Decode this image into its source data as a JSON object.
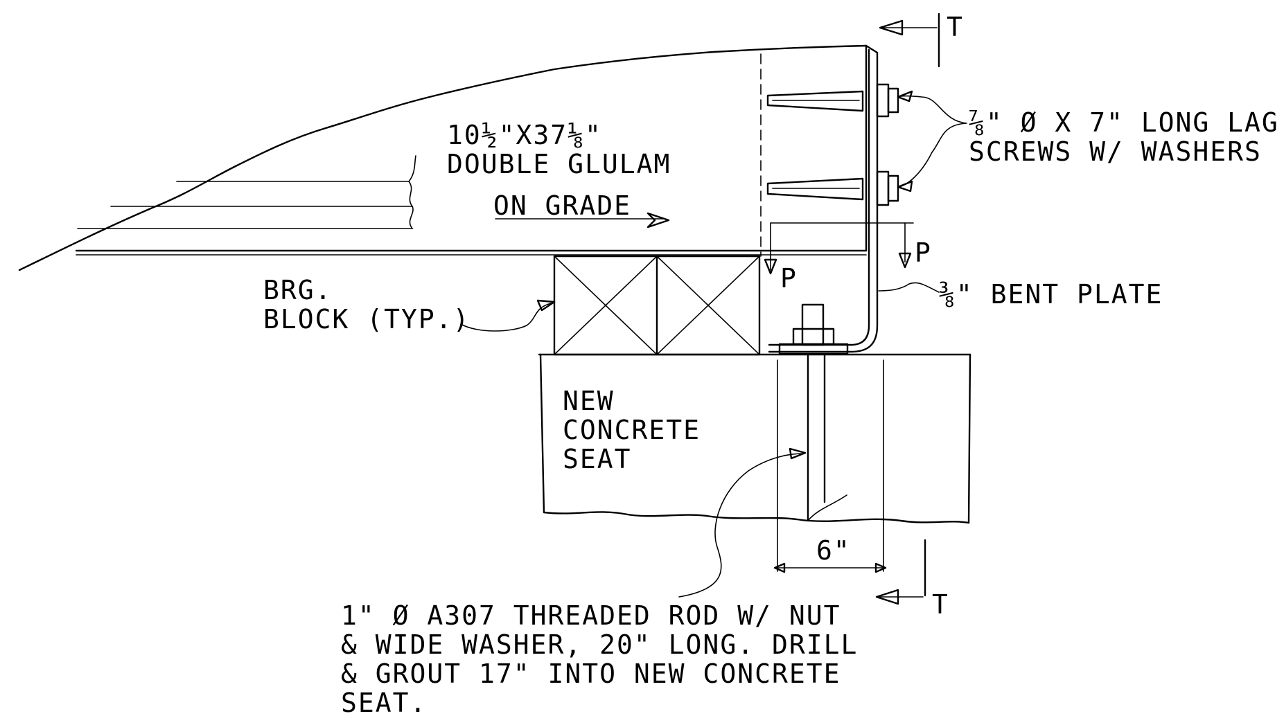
{
  "labels": {
    "glulam_size": "10½\"X37⅛\"",
    "glulam_type": "DOUBLE GLULAM",
    "on_grade": "ON GRADE",
    "lag_screws_line1": "⅞\" Ø X 7\" LONG LAG",
    "lag_screws_line2": "SCREWS W/ WASHERS",
    "bent_plate": "⅜\" BENT PLATE",
    "brg_block_line1": "BRG.",
    "brg_block_line2": "BLOCK (TYP.)",
    "concrete_line1": "NEW",
    "concrete_line2": "CONCRETE",
    "concrete_line3": "SEAT",
    "dim_6": "6\"",
    "rod_line1": "1\" Ø A307 THREADED ROD W/ NUT",
    "rod_line2": "& WIDE WASHER, 20\" LONG. DRILL",
    "rod_line3": "& GROUT 17\" INTO NEW CONCRETE",
    "rod_line4": "SEAT.",
    "section_mark_top": "T",
    "section_mark_bottom": "T",
    "section_p_left": "P",
    "section_p_right": "P"
  }
}
